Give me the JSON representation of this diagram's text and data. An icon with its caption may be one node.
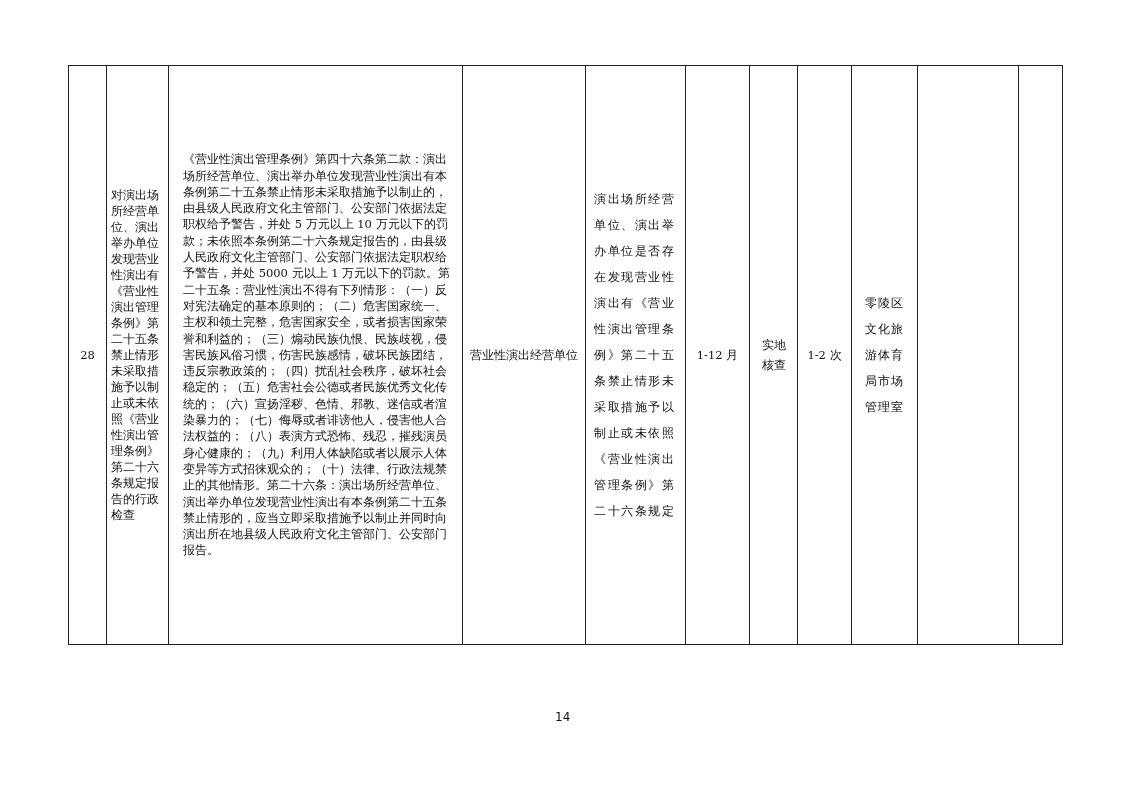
{
  "diagram": {
    "labels": [
      "28",
      "对演出场所经营单位、演出举办单位发现营业性演出有《营业性演出管理条例》第二十五条禁止情形未采取措施予以制止或未依照《营业性演出管理条例》第二十六条规定报告的行政检查",
      "《营业性演出管理条例》第四十六条第二款：演出场所经营单位、演出举办单位发现营业性演出有本条例第二十五条禁止情形未采取措施予以制止的，由县级人民政府文化主管部门、公安部门依据法定职权给予警告，并处 5 万元以上 10 万元以下的罚款；未依照本条例第二十六条规定报告的，由县级人民政府文化主管部门、公安部门依据法定职权给予警告，并处 5000 元以上 1 万元以下的罚款。第二十五条：营业性演出不得有下列情形：（一）反对宪法确定的基本原则的；（二）危害国家统一、主权和领土完整，危害国家安全，或者损害国家荣誉和利益的；（三）煽动民族仇恨、民族歧视，侵害民族风俗习惯，伤害民族感情，破坏民族团结，违反宗教政策的；（四）扰乱社会秩序，破坏社会稳定的；（五）危害社会公德或者民族优秀文化传统的；（六）宣扬淫秽、色情、邪教、迷信或者渲染暴力的；（七）侮辱或者诽谤他人，侵害他人合法权益的；（八）表演方式恐怖、残忍，摧残演员身心健康的；（九）利用人体缺陷或者以展示人体变异等方式招徕观众的；（十）法律、行政法规禁止的其他情形。第二十六条：演出场所经营单位、演出举办单位发现营业性演出有本条例第二十五条禁止情形的，应当立即采取措施予以制止并同时向演出所在地县级人民政府文化主管部门、公安部门报告。",
      "营业性演出经营单位",
      "演出场所经营单位、演出举办单位是否存在发现营业性演出有《营业性演出管理条例》第二十五条禁止情形未采取措施予以制止或未依照《营业性演出管理条例》第二十六条规定",
      "1-12 月",
      "实地核查",
      "1-2 次",
      "零陵区文化旅游体育局市场管理室",
      "14"
    ]
  }
}
